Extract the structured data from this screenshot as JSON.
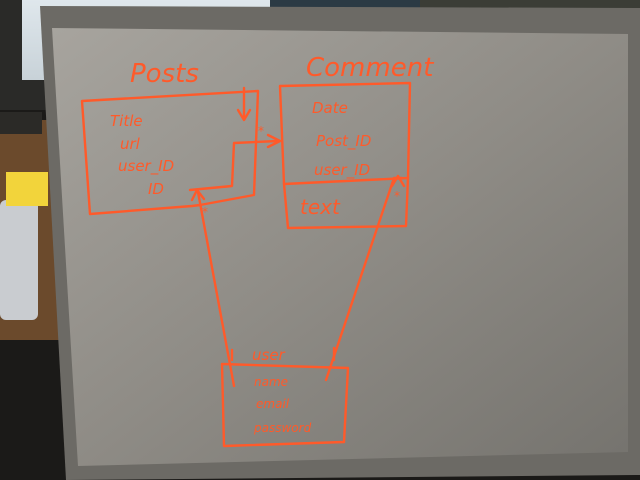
{
  "whiteboard": {
    "posts": {
      "title": "Posts",
      "fields": [
        "Title",
        "url",
        "user_ID",
        "ID"
      ]
    },
    "comment": {
      "title": "Comment",
      "fields": [
        "Date",
        "Post_ID",
        "user_ID",
        "text"
      ]
    },
    "user": {
      "title": "user",
      "fields": [
        "name",
        "email",
        "password"
      ]
    },
    "cardinality_many": "*"
  },
  "colors": {
    "marker": "#ff5a2a",
    "board": "#8c8a84",
    "frame": "#6e6c67"
  }
}
